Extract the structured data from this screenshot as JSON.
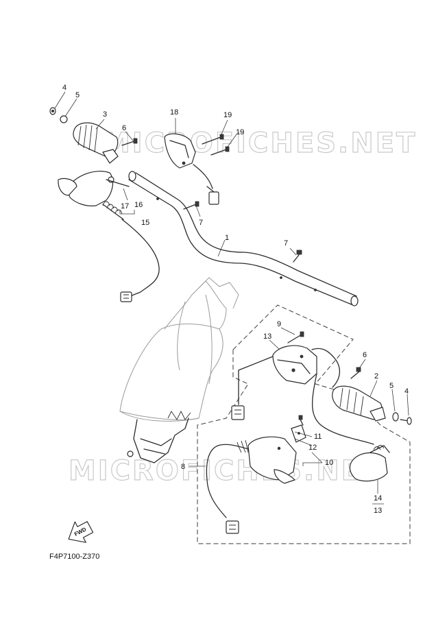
{
  "watermark": {
    "text": "MICROFICHES.NET"
  },
  "drawing_code": "F4P7100-Z370",
  "fwd_label": "FWD",
  "callouts": [
    {
      "id": "c1",
      "text": "1"
    },
    {
      "id": "c2",
      "text": "2"
    },
    {
      "id": "c3",
      "text": "3"
    },
    {
      "id": "c4a",
      "text": "4"
    },
    {
      "id": "c4b",
      "text": "4"
    },
    {
      "id": "c5a",
      "text": "5"
    },
    {
      "id": "c5b",
      "text": "5"
    },
    {
      "id": "c6a",
      "text": "6"
    },
    {
      "id": "c6b",
      "text": "6"
    },
    {
      "id": "c7a",
      "text": "7"
    },
    {
      "id": "c7b",
      "text": "7"
    },
    {
      "id": "c8",
      "text": "8"
    },
    {
      "id": "c9",
      "text": "9"
    },
    {
      "id": "c10",
      "text": "10"
    },
    {
      "id": "c11",
      "text": "11"
    },
    {
      "id": "c12",
      "text": "12"
    },
    {
      "id": "c13a",
      "text": "13"
    },
    {
      "id": "c13b",
      "text": "13"
    },
    {
      "id": "c14",
      "text": "14"
    },
    {
      "id": "c15",
      "text": "15"
    },
    {
      "id": "c16",
      "text": "16"
    },
    {
      "id": "c17",
      "text": "17"
    },
    {
      "id": "c18",
      "text": "18"
    },
    {
      "id": "c19a",
      "text": "19"
    },
    {
      "id": "c19b",
      "text": "19"
    }
  ]
}
